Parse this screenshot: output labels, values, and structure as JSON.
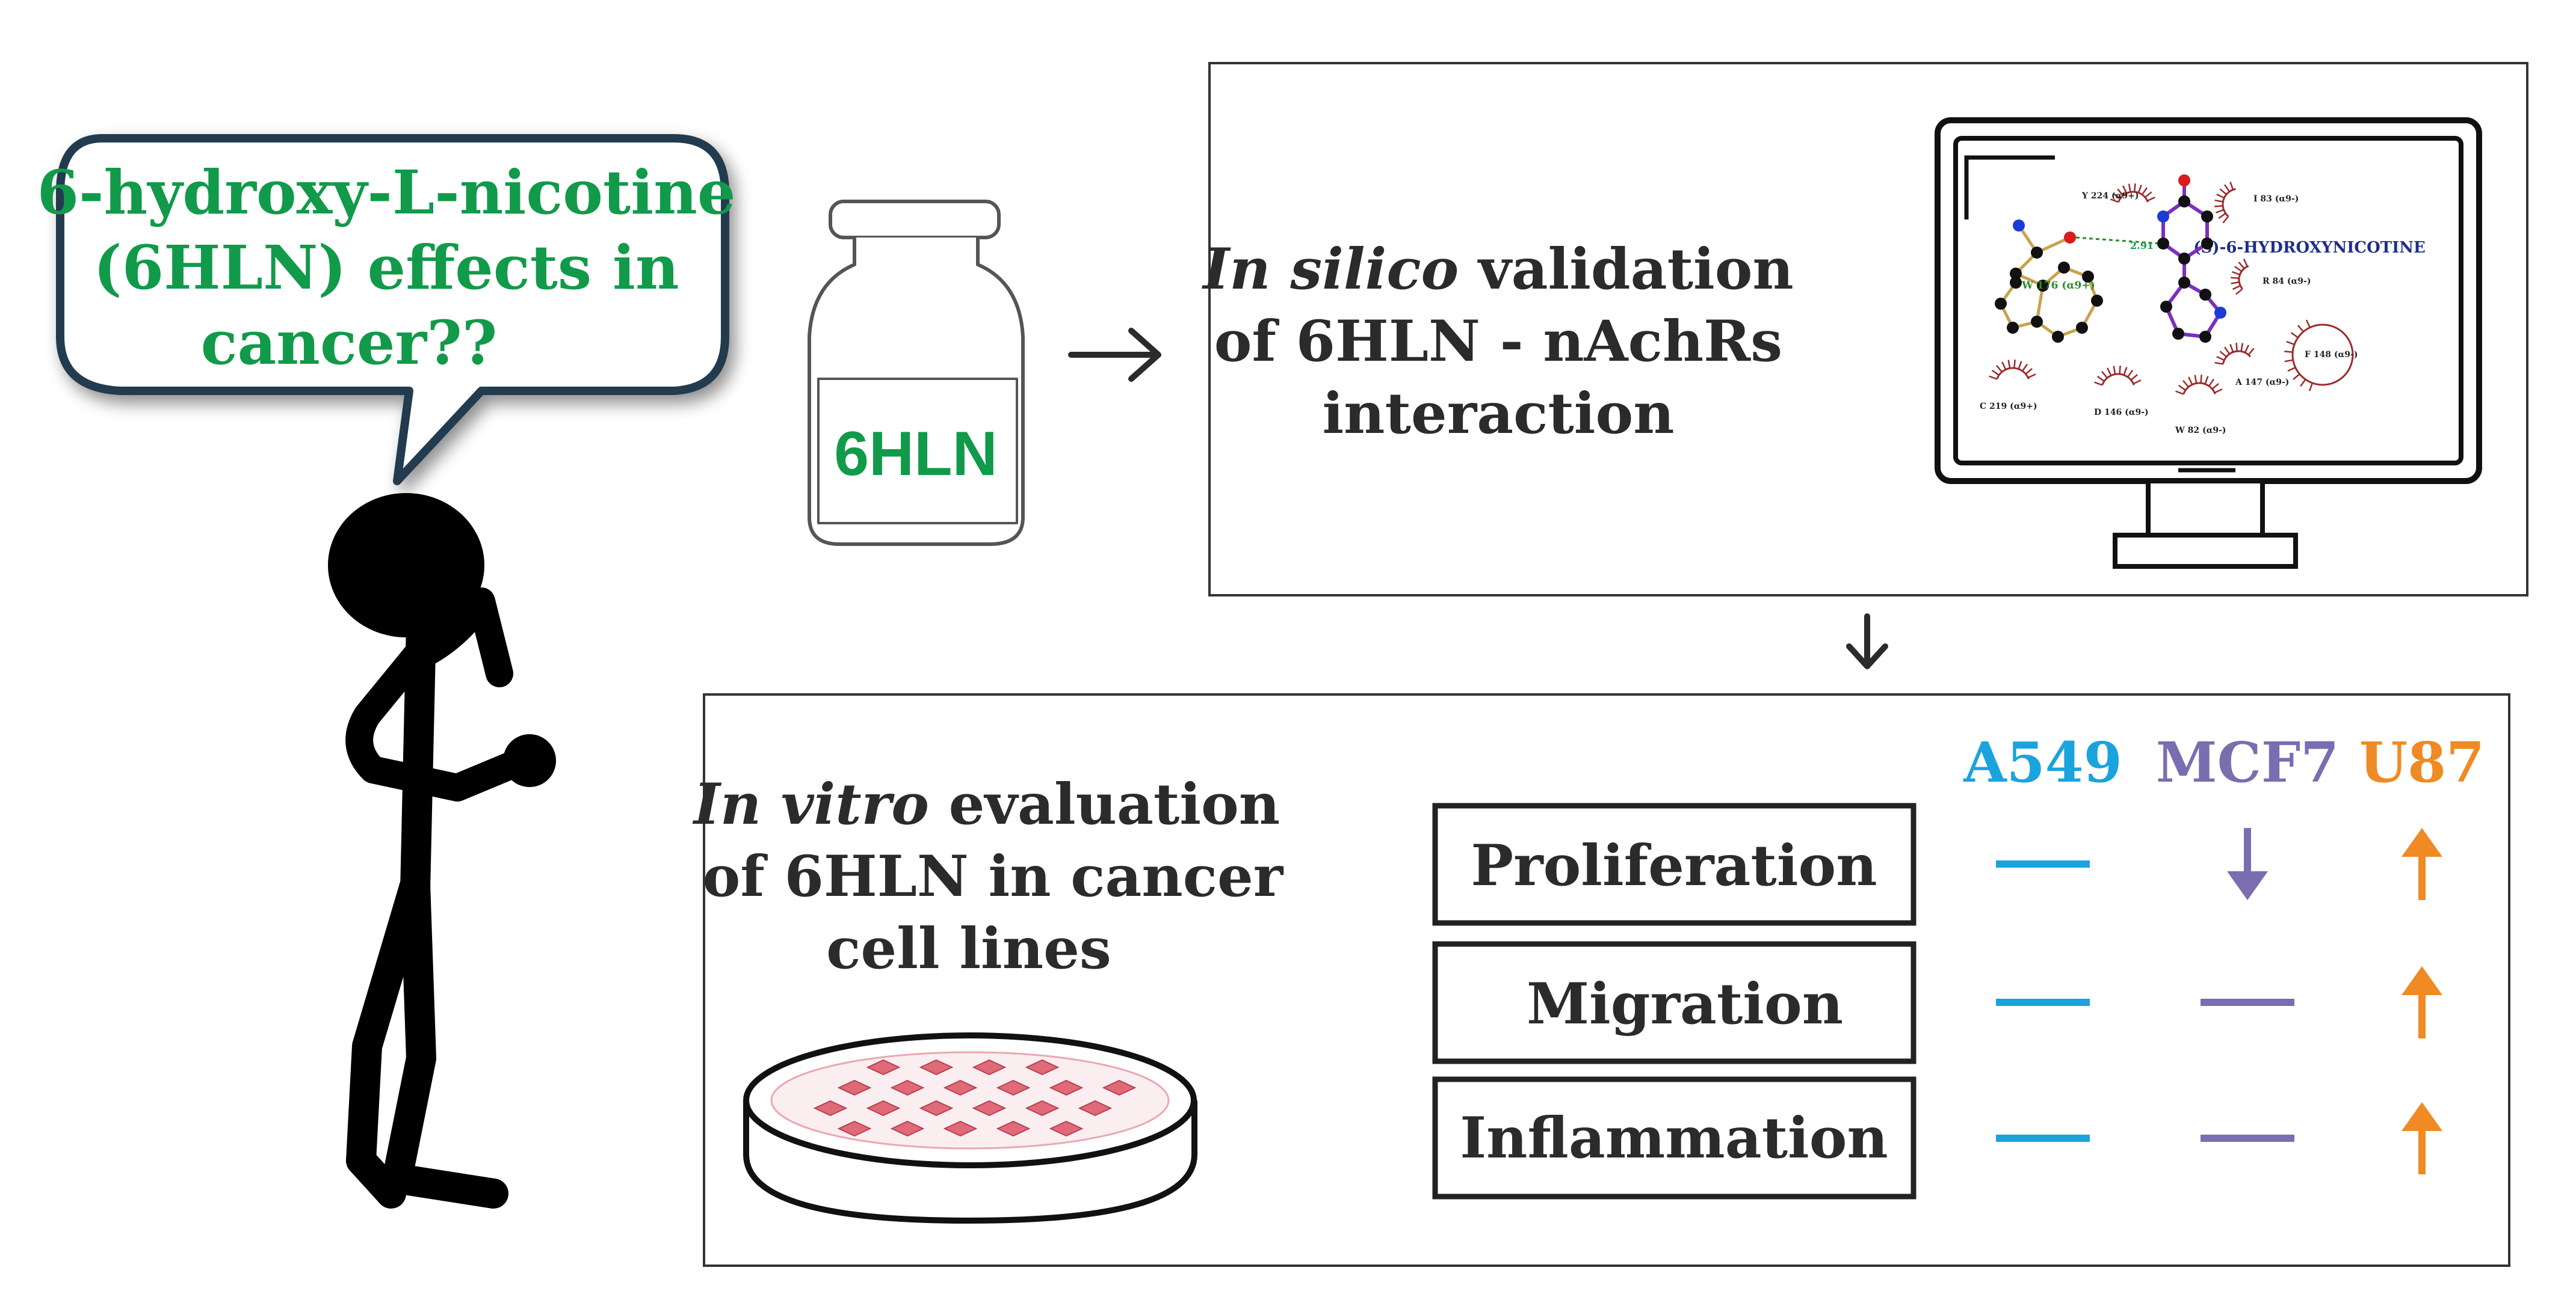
{
  "speech": {
    "lines": [
      "6-hydroxy-L-nicotine",
      "(6HLN) effects in",
      "cancer??"
    ]
  },
  "vial": {
    "label": "6HLN"
  },
  "silico": {
    "line1_italic": "In silico",
    "line1_rest": " validation",
    "line2": "of 6HLN - nAchRs",
    "line3": "interaction"
  },
  "molecule": {
    "title": "(S)-6-HYDROXYNICOTINE",
    "residues": [
      "Y 224 (α9+)",
      "I 83 (α9-)",
      "W 176 (α9+)",
      "R 84 (α9-)",
      "F 148 (α9-)",
      "A 147 (α9-)",
      "C 219 (α9+)",
      "D 146 (α9-)",
      "W 82 (α9-)"
    ],
    "hbond": "2.91"
  },
  "vitro": {
    "line1_italic": "In vitro",
    "line1_rest": " evaluation",
    "line2": "of 6HLN in cancer",
    "line3": "cell lines"
  },
  "cell_lines": [
    {
      "name": "A549",
      "color": "#1ba3dd"
    },
    {
      "name": "MCF7",
      "color": "#7a6db0"
    },
    {
      "name": "U87",
      "color": "#ef8a24"
    }
  ],
  "effects": [
    {
      "label": "Proliferation",
      "results": [
        "no-change",
        "down",
        "up"
      ]
    },
    {
      "label": "Migration",
      "results": [
        "no-change",
        "no-change",
        "up"
      ]
    },
    {
      "label": "Inflammation",
      "results": [
        "no-change",
        "no-change",
        "up"
      ]
    }
  ],
  "colors": {
    "green_text": "#119a4a",
    "dark_text": "#2b2b2b",
    "bubble_border": "#213a4f",
    "residue": "#9b2a2a",
    "bond_gold": "#c9a24a",
    "bond_purple": "#7b2fc0",
    "dish_cell": "#e06a78"
  }
}
